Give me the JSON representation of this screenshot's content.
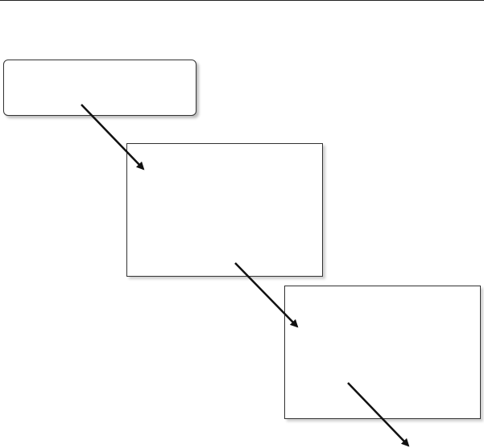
{
  "diagram": {
    "nodes": [
      {
        "id": "start",
        "shape": "rounded-rectangle",
        "label": ""
      },
      {
        "id": "middle",
        "shape": "rectangle",
        "label": ""
      },
      {
        "id": "end",
        "shape": "rectangle",
        "label": ""
      }
    ],
    "edges": [
      {
        "from": "start",
        "to": "middle"
      },
      {
        "from": "middle",
        "to": "end"
      },
      {
        "from": "end",
        "to": "offscreen"
      }
    ],
    "colors": {
      "stroke": "#333333",
      "arrow": "#111111",
      "shadow": "#bdbdbd",
      "background": "#ffffff"
    }
  }
}
